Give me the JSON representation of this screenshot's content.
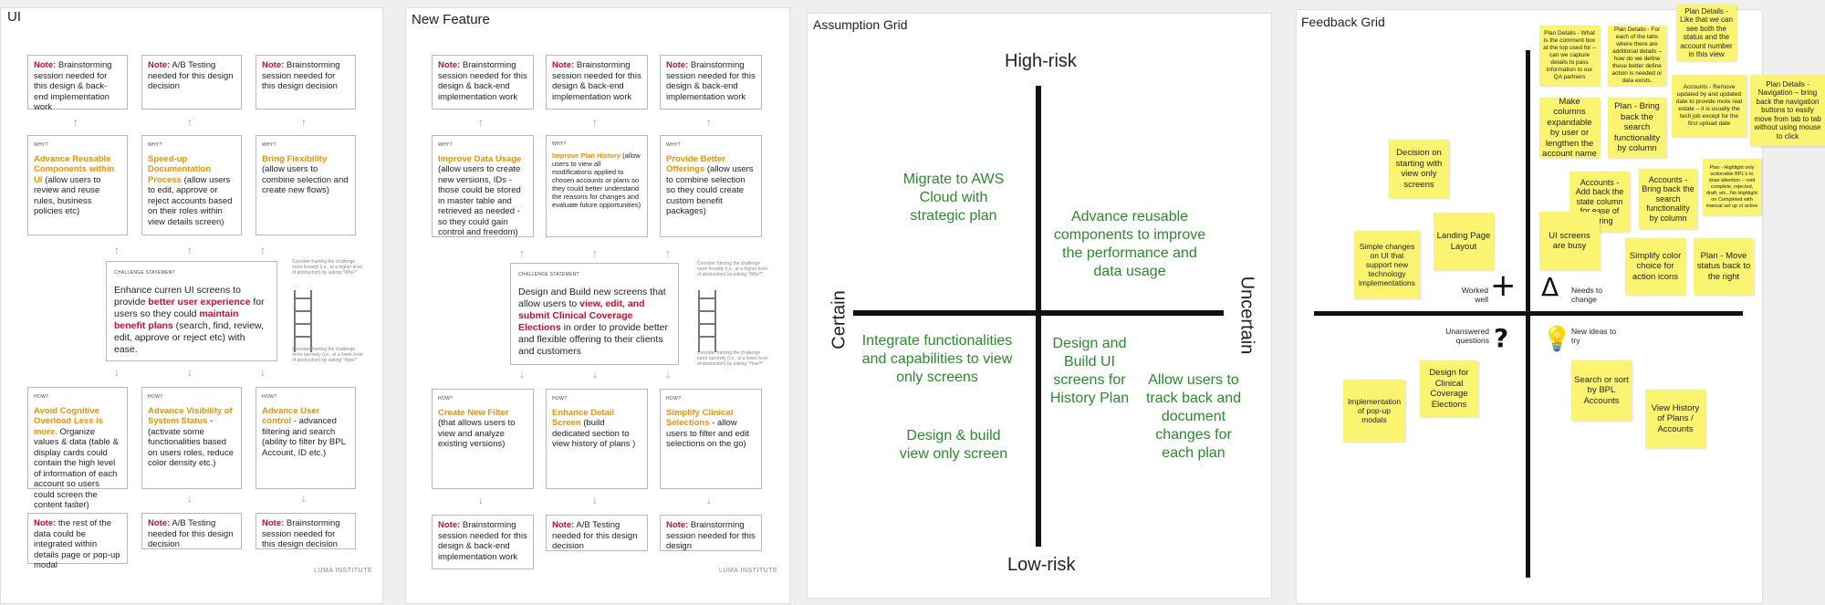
{
  "ui": {
    "title": "UI",
    "top_notes": [
      {
        "label": "Note:",
        "text": " Brainstorming session needed for this design & back-end implementation work"
      },
      {
        "label": "Note:",
        "text": " A/B Testing needed for this design decision"
      },
      {
        "label": "Note:",
        "text": " Brainstorming session needed for this design decision"
      }
    ],
    "why_label": "WHY?",
    "whys": [
      {
        "head": "Advance Reusable Components within UI",
        "text": " (allow users to review and reuse  rules, business policies etc)"
      },
      {
        "head": "Speed-up Documentation Process",
        "text": " (allow users to edit, approve or reject accounts based on their roles within view details screen)"
      },
      {
        "head": "Bring Flexibility",
        "text": " (allow users to combine selection and create new flows)"
      }
    ],
    "challenge_label": "CHALLENGE STATEMENT",
    "challenge": {
      "p1": "Enhance curren UI screens to provide ",
      "h1": "better user experience",
      "p2": " for users so they could ",
      "h2": "maintain benefit plans",
      "p3": " (search, find, review, edit, approve or reject etc) with ease."
    },
    "ladder_top": "Consider framing the challenge more broadly (i.e., at a higher level of abstraction) by asking \"Why?\"",
    "ladder_bottom": "Consider framing the challenge more narrowly (i.e., at a lower level of abstraction) by asking \"How?\"",
    "how_label": "HOW?",
    "hows": [
      {
        "head": "Avoid Cognitive Overload Less is more.",
        "text": " Organize values & data (table & display cards could contain the high level of information of each account so users could screen the content faster)"
      },
      {
        "head": "Advance Visibility of System Status",
        "text": " - (activate some functionalities based on users roles, reduce color density etc.)"
      },
      {
        "head": "Advance User control",
        "text": " - advanced filtering and search (ability to filter by BPL Account, ID etc.)"
      }
    ],
    "bottom_notes": [
      {
        "label": "Note:",
        "text": " the rest of the data could be integrated within details page or pop-up modal"
      },
      {
        "label": "Note:",
        "text": " A/B Testing needed for this design decision"
      },
      {
        "label": "Note:",
        "text": " Brainstorming session needed for this design decision"
      }
    ],
    "logo": "LUMA INSTITUTE"
  },
  "nf": {
    "title": "New Feature",
    "top_notes": [
      {
        "label": "Note:",
        "text": " Brainstorming session needed for this design & back-end implementation work"
      },
      {
        "label": "Note:",
        "text": " Brainstorming session needed for this design & back-end implementation work"
      },
      {
        "label": "Note:",
        "text": " Brainstorming session needed for this design & back-end implementation work"
      }
    ],
    "why_label": "WHY?",
    "whys": [
      {
        "head": "Improve Data Usage",
        "text": " (allow users to create new versions, IDs - those could be stored in master table and retrieved as needed - so they could gain control and freedom)"
      },
      {
        "head": "Improve Plan History",
        "text": " (allow users to view all modifications applied to chosen accounts or plans so they could better understand the reasons for changes and evaluate future opportunities)"
      },
      {
        "head": "Provide Better Offerings",
        "text": " (allow users to combine selection so they could create custom benefit packages)"
      }
    ],
    "challenge_label": "CHALLENGE STATEMENT",
    "challenge": {
      "p1": "Design and Build new screens that allow users to ",
      "h1": "view, edit, and submit Clinical Coverage Elections",
      "p2": " in order to provide better and flexible offering to their clients and customers"
    },
    "ladder_top": "Consider framing the challenge more broadly (i.e., at a higher level of abstraction) by asking \"Why?\"",
    "ladder_bottom": "Consider framing the challenge more narrowly (i.e., at a lower level of abstraction) by asking \"How?\"",
    "how_label": "HOW?",
    "hows": [
      {
        "head": "Create New Filter",
        "text": " (that allows users to view and analyze existing versions)"
      },
      {
        "head": "Enhance Detail Screen",
        "text": " (build dedicated section to view history of plans )"
      },
      {
        "head": "Simplify Clinical Selections",
        "text": " - allow users to filter and edit selections on the go)"
      }
    ],
    "bottom_notes": [
      {
        "label": "Note:",
        "text": " Brainstorming session needed for this design & back-end implementation work"
      },
      {
        "label": "Note:",
        "text": " A/B Testing needed for this design decision"
      },
      {
        "label": "Note:",
        "text": " Brainstorming session needed for this design"
      }
    ],
    "logo": "LUMA INSTITUTE"
  },
  "ag": {
    "title": "Assumption Grid",
    "high": "High-risk",
    "low": "Low-risk",
    "certain": "Certain",
    "uncertain": "Uncertain",
    "items": [
      "Migrate to AWS Cloud with strategic plan",
      "Advance reusable components to improve the performance and data usage",
      "Integrate functionalities and capabilities to view only screens",
      "Design and Build UI screens for History Plan",
      "Allow users to track back and document changes for each plan",
      "Design & build view only screen"
    ]
  },
  "fg": {
    "title": "Feedback Grid",
    "worked_well": "Worked well",
    "needs_change": "Needs to change",
    "questions": "Unanswered questions",
    "new_ideas": "New ideas to try",
    "stickies": [
      "Decision on starting with view only screens",
      "Simple changes on UI that support new technology implementations",
      "Landing Page Layout",
      "Plan Details - What is the comment box at the top used for – can we capture details to pass information to our QA partners",
      "Plan Details - For each of the tabs where there are additional details – how do we define these better define action is needed or data exists.",
      "Plan Details - Like that we can see both the status and the account number in this view",
      "Accounts - Remove updated by and updated date to provide more real estate – it is usually the tech job except for the first upload date",
      "Plan Details - Navigation – bring back the navigation buttons to easily move from tab to tab without using mouse to click",
      "Make columns expandable by user or lengthen the account name",
      "Plan - Bring back the search functionality by column",
      "Accounts - Add back the state column for ease of filtering",
      "Accounts - Bring back the search functionality by column",
      "Plan - Highlight only actionable BPL's to draw attention – void complete, rejected, draft, etc.. No Highlight on Completed with manual set up or active",
      "UI screens are busy",
      "Simplify color choice for action icons",
      "Plan - Move status back to the right",
      "Implementation of pop-up modals",
      "Design for Clinical Coverage Elections",
      "Search or sort by BPL Accounts",
      "View History of Plans / Accounts"
    ]
  }
}
